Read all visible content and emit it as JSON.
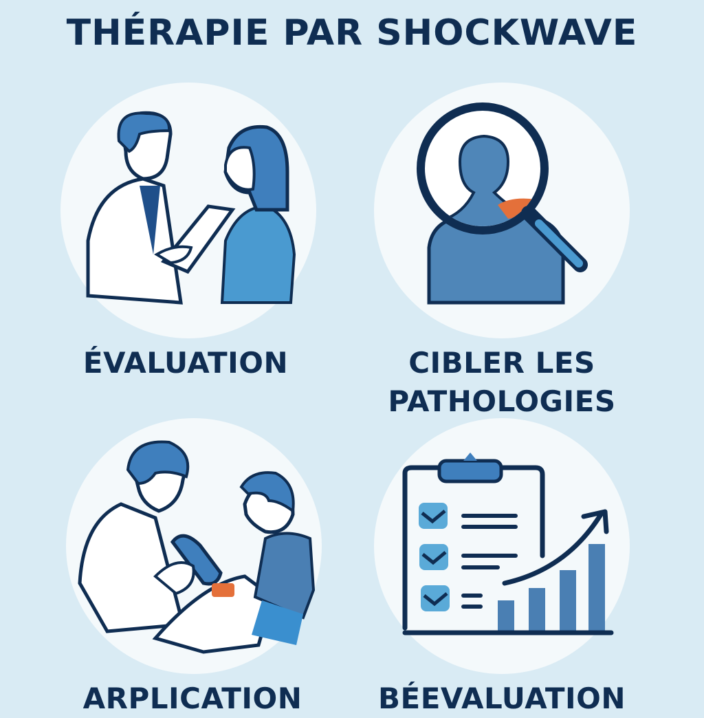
{
  "title": "THÉRAPIE PAR SHOCKWAVE",
  "colors": {
    "background": "#d9ebf4",
    "circle": "#f4f9fb",
    "navy": "#0f2d52",
    "blue": "#4a89c0",
    "light_blue": "#5aaad8",
    "orange": "#e4703a"
  },
  "steps": [
    {
      "label": "ÉVALUATION",
      "icon": "doctor-patient-consultation"
    },
    {
      "label_line1": "CIBLER LES",
      "label_line2": "PATHOLOGIES",
      "icon": "magnifier-on-body"
    },
    {
      "label": "ARPLICATION",
      "icon": "shockwave-device-application"
    },
    {
      "label": "BÉEVALUATION",
      "icon": "clipboard-progress-chart"
    }
  ]
}
